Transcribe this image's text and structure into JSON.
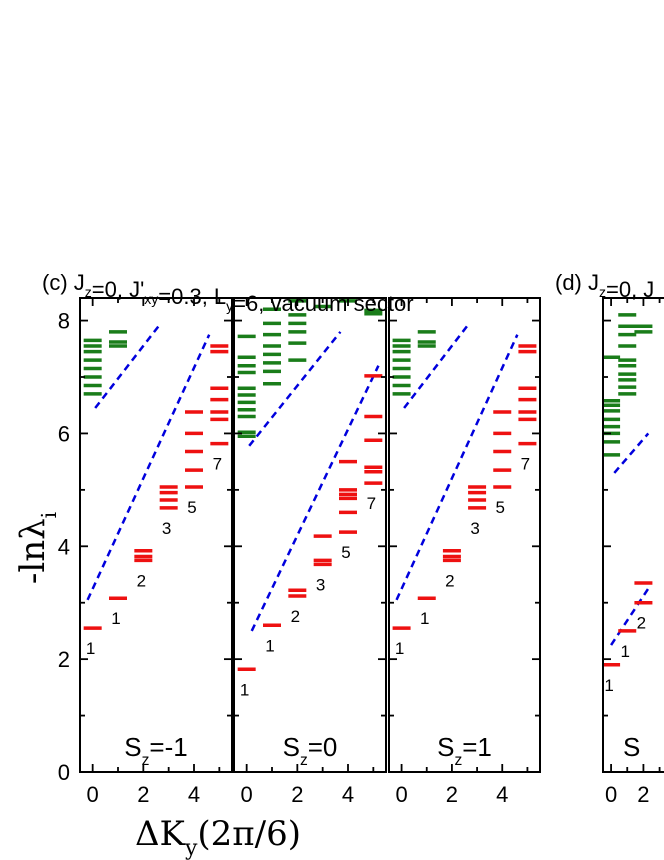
{
  "figure": {
    "title_c": "(c) J_z=0, J'_xy=0.3, L_y=6, vacuum sector",
    "title_d": "(d) J_z=0, J"
  },
  "chart_data": {
    "type": "scatter",
    "ylabel": "-lnλ_i",
    "xlabel": "ΔK_y(2π/6)",
    "ylim": [
      0,
      8.4
    ],
    "yticks": [
      0,
      2,
      4,
      6,
      8
    ],
    "xticks": [
      0,
      2,
      4
    ],
    "colors": {
      "green": "#1a7d1a",
      "red": "#ee1111",
      "blue": "#0000dd",
      "axis": "#000000"
    },
    "panels": [
      {
        "label": "S_z=-1",
        "xlim": [
          -0.5,
          5.5
        ],
        "green": [
          [
            0,
            6.7
          ],
          [
            0,
            6.85
          ],
          [
            0,
            7.0
          ],
          [
            0,
            7.15
          ],
          [
            0,
            7.3
          ],
          [
            0,
            7.45
          ],
          [
            0,
            7.55
          ],
          [
            0,
            7.65
          ],
          [
            1,
            7.55
          ],
          [
            1,
            7.62
          ],
          [
            1,
            7.8
          ]
        ],
        "red": [
          [
            0,
            2.55
          ],
          [
            1,
            3.08
          ],
          [
            2,
            3.75
          ],
          [
            2,
            3.82
          ],
          [
            2,
            3.92
          ],
          [
            3,
            4.68
          ],
          [
            3,
            4.82
          ],
          [
            3,
            4.95
          ],
          [
            3,
            5.05
          ],
          [
            4,
            5.05
          ],
          [
            4,
            5.35
          ],
          [
            4,
            5.68
          ],
          [
            4,
            6.0
          ],
          [
            4,
            6.38
          ],
          [
            5,
            5.82
          ],
          [
            5,
            6.25
          ],
          [
            5,
            6.38
          ],
          [
            5,
            6.6
          ],
          [
            5,
            6.8
          ],
          [
            5,
            7.45
          ],
          [
            5,
            7.55
          ]
        ],
        "lines": [
          [
            [
              0.1,
              6.45
            ],
            [
              2.6,
              7.9
            ]
          ],
          [
            [
              -0.2,
              3.05
            ],
            [
              4.6,
              7.75
            ]
          ]
        ],
        "annotations": [
          {
            "x": 0,
            "y": 2.55,
            "text": "1"
          },
          {
            "x": 1,
            "y": 3.08,
            "text": "1"
          },
          {
            "x": 2,
            "y": 3.75,
            "text": "2"
          },
          {
            "x": 3,
            "y": 4.68,
            "text": "3"
          },
          {
            "x": 4,
            "y": 5.05,
            "text": "5"
          },
          {
            "x": 5,
            "y": 5.82,
            "text": "7"
          }
        ]
      },
      {
        "label": "S_z=0",
        "xlim": [
          -0.5,
          5.5
        ],
        "green": [
          [
            0,
            5.95
          ],
          [
            0,
            6.02
          ],
          [
            0,
            6.3
          ],
          [
            0,
            6.42
          ],
          [
            0,
            6.55
          ],
          [
            0,
            6.68
          ],
          [
            0,
            6.8
          ],
          [
            0,
            7.08
          ],
          [
            0,
            7.2
          ],
          [
            0,
            7.35
          ],
          [
            0,
            7.72
          ],
          [
            1,
            6.88
          ],
          [
            1,
            7.1
          ],
          [
            1,
            7.25
          ],
          [
            1,
            7.4
          ],
          [
            1,
            7.55
          ],
          [
            1,
            7.75
          ],
          [
            1,
            7.95
          ],
          [
            1,
            8.2
          ],
          [
            2,
            7.3
          ],
          [
            2,
            7.6
          ],
          [
            2,
            7.8
          ],
          [
            2,
            7.95
          ],
          [
            2,
            8.1
          ],
          [
            2,
            8.35
          ],
          [
            3,
            8.25
          ],
          [
            4,
            8.35
          ],
          [
            5,
            8.12
          ],
          [
            5,
            8.18
          ]
        ],
        "red": [
          [
            0,
            1.82
          ],
          [
            1,
            2.6
          ],
          [
            2,
            3.12
          ],
          [
            2,
            3.22
          ],
          [
            3,
            3.68
          ],
          [
            3,
            3.75
          ],
          [
            3,
            4.18
          ],
          [
            4,
            4.25
          ],
          [
            4,
            4.6
          ],
          [
            4,
            4.85
          ],
          [
            4,
            4.92
          ],
          [
            4,
            5.0
          ],
          [
            4,
            5.5
          ],
          [
            5,
            5.12
          ],
          [
            5,
            5.32
          ],
          [
            5,
            5.4
          ],
          [
            5,
            5.88
          ],
          [
            5,
            6.3
          ],
          [
            5,
            7.02
          ]
        ],
        "lines": [
          [
            [
              0.1,
              5.78
            ],
            [
              3.7,
              7.8
            ]
          ],
          [
            [
              0.2,
              2.5
            ],
            [
              5.2,
              7.2
            ]
          ]
        ],
        "annotations": [
          {
            "x": 0,
            "y": 1.82,
            "text": "1"
          },
          {
            "x": 1,
            "y": 2.6,
            "text": "1"
          },
          {
            "x": 2,
            "y": 3.12,
            "text": "2"
          },
          {
            "x": 3,
            "y": 3.68,
            "text": "3"
          },
          {
            "x": 4,
            "y": 4.25,
            "text": "5"
          },
          {
            "x": 5,
            "y": 5.12,
            "text": "7"
          }
        ]
      },
      {
        "label": "S_z=1",
        "xlim": [
          -0.5,
          5.5
        ],
        "green": [
          [
            0,
            6.7
          ],
          [
            0,
            6.85
          ],
          [
            0,
            7.0
          ],
          [
            0,
            7.15
          ],
          [
            0,
            7.3
          ],
          [
            0,
            7.45
          ],
          [
            0,
            7.55
          ],
          [
            0,
            7.65
          ],
          [
            1,
            7.55
          ],
          [
            1,
            7.62
          ],
          [
            1,
            7.8
          ]
        ],
        "red": [
          [
            0,
            2.55
          ],
          [
            1,
            3.08
          ],
          [
            2,
            3.75
          ],
          [
            2,
            3.82
          ],
          [
            2,
            3.92
          ],
          [
            3,
            4.68
          ],
          [
            3,
            4.82
          ],
          [
            3,
            4.95
          ],
          [
            3,
            5.05
          ],
          [
            4,
            5.05
          ],
          [
            4,
            5.35
          ],
          [
            4,
            5.68
          ],
          [
            4,
            6.0
          ],
          [
            4,
            6.38
          ],
          [
            5,
            5.82
          ],
          [
            5,
            6.25
          ],
          [
            5,
            6.38
          ],
          [
            5,
            6.6
          ],
          [
            5,
            6.8
          ],
          [
            5,
            7.45
          ],
          [
            5,
            7.55
          ]
        ],
        "lines": [
          [
            [
              0.1,
              6.45
            ],
            [
              2.6,
              7.9
            ]
          ],
          [
            [
              -0.2,
              3.05
            ],
            [
              4.6,
              7.75
            ]
          ]
        ],
        "annotations": [
          {
            "x": 0,
            "y": 2.55,
            "text": "1"
          },
          {
            "x": 1,
            "y": 3.08,
            "text": "1"
          },
          {
            "x": 2,
            "y": 3.75,
            "text": "2"
          },
          {
            "x": 3,
            "y": 4.68,
            "text": "3"
          },
          {
            "x": 4,
            "y": 5.05,
            "text": "5"
          },
          {
            "x": 5,
            "y": 5.82,
            "text": "7"
          }
        ]
      },
      {
        "label": "S",
        "xlim": [
          -0.5,
          5.5
        ],
        "green": [
          [
            0,
            5.62
          ],
          [
            0,
            5.85
          ],
          [
            0,
            6.0
          ],
          [
            0,
            6.12
          ],
          [
            0,
            6.25
          ],
          [
            0,
            6.4
          ],
          [
            0,
            6.5
          ],
          [
            0,
            6.58
          ],
          [
            0,
            7.35
          ],
          [
            1,
            6.7
          ],
          [
            1,
            6.82
          ],
          [
            1,
            6.95
          ],
          [
            1,
            7.05
          ],
          [
            1,
            7.2
          ],
          [
            1,
            7.3
          ],
          [
            1,
            7.55
          ],
          [
            1,
            7.75
          ],
          [
            1,
            7.9
          ],
          [
            1,
            8.1
          ],
          [
            2,
            7.8
          ],
          [
            2,
            7.9
          ]
        ],
        "red": [
          [
            0,
            1.9
          ],
          [
            1,
            2.5
          ],
          [
            2,
            3.0
          ],
          [
            2,
            3.35
          ]
        ],
        "lines": [
          [
            [
              0.2,
              5.3
            ],
            [
              2.3,
              6.0
            ]
          ],
          [
            [
              0,
              2.25
            ],
            [
              2.3,
              3.25
            ]
          ]
        ],
        "annotations": [
          {
            "x": 0,
            "y": 1.9,
            "text": "1"
          },
          {
            "x": 1,
            "y": 2.5,
            "text": "1"
          },
          {
            "x": 2,
            "y": 3.0,
            "text": "2"
          }
        ]
      }
    ]
  }
}
